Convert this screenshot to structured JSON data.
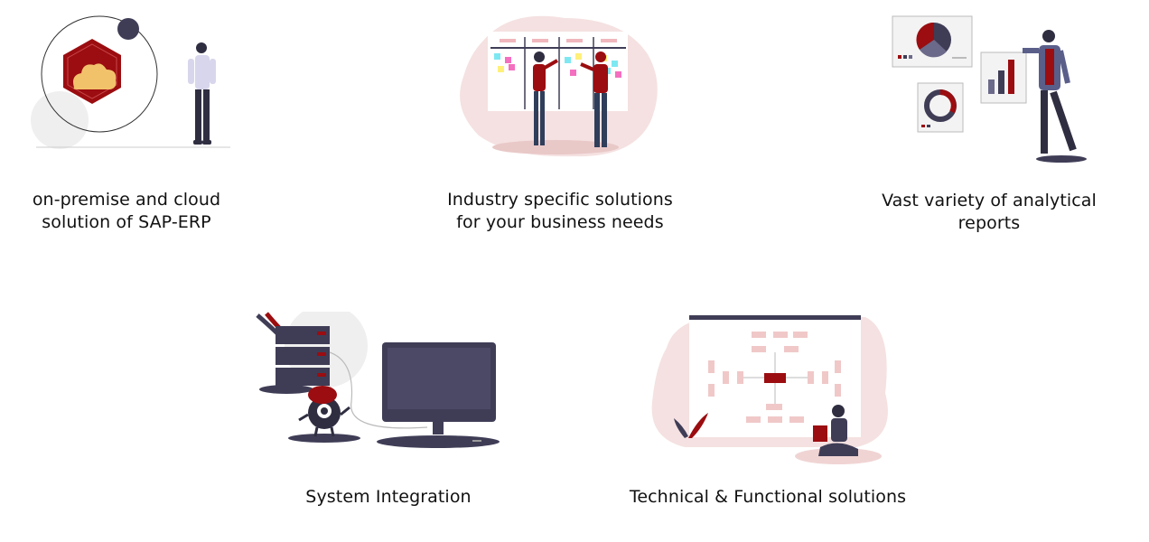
{
  "colors": {
    "accent": "#9b0d10",
    "dark": "#3f3d56",
    "blush": "#f2dcdc",
    "text": "#111111"
  },
  "features": [
    {
      "lines": [
        "on-premise and cloud",
        "solution of SAP-ERP"
      ],
      "icon": "cloud-hexagon-illustration"
    },
    {
      "lines": [
        "Industry specific solutions",
        "for your business needs"
      ],
      "icon": "planning-board-illustration"
    },
    {
      "lines": [
        "Vast variety of analytical",
        "reports"
      ],
      "icon": "analytics-reports-illustration"
    },
    {
      "lines": [
        "System Integration"
      ],
      "icon": "server-monitor-illustration"
    },
    {
      "lines": [
        "Technical & Functional solutions"
      ],
      "icon": "flowchart-illustration"
    }
  ]
}
